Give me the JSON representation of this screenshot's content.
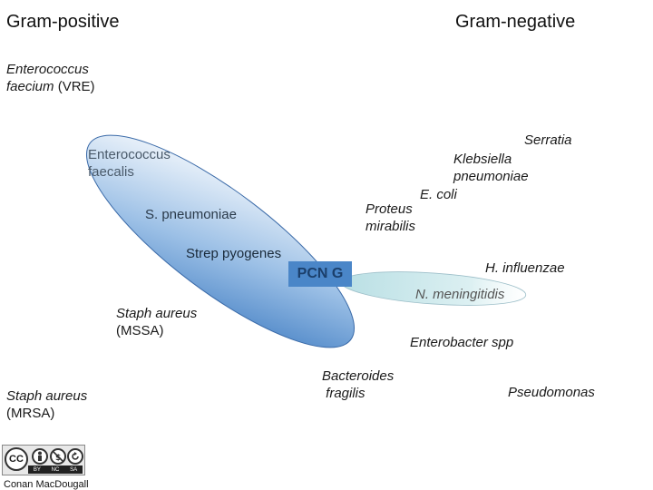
{
  "headers": {
    "left": "Gram-positive",
    "right": "Gram-negative"
  },
  "organisms": {
    "vre_1": "Enterococcus",
    "vre_2": "faecium",
    "vre_3": " (VRE)",
    "faecalis_1": "Enterococcus",
    "faecalis_2": "faecalis",
    "spneumo": "S. pneumoniae",
    "strep": "Strep pyogenes",
    "mssa_1": "Staph aureus",
    "mssa_2": "(MSSA)",
    "mrsa_1": "Staph aureus",
    "mrsa_2": "(MRSA)",
    "serratia": "Serratia",
    "kleb_1": "Klebsiella",
    "kleb_2": "pneumoniae",
    "ecoli": "E. coli",
    "proteus_1": "Proteus",
    "proteus_2": "mirabilis",
    "hflu": "H. influenzae",
    "nmen": "N. meningitidis",
    "entero": "Enterobacter spp",
    "bact_1": "Bacteroides",
    "bact_2": " fragilis",
    "pseudo": "Pseudomonas"
  },
  "drug_label": "PCN G",
  "license": {
    "cc": "CC",
    "by": "BY",
    "nc": "NC",
    "sa": "SA"
  },
  "credit": "Conan MacDougall",
  "colors": {
    "gram_pos_fill": "#4a86c8",
    "gram_neg_fill": "#cde8ec",
    "label_box": "#4a86c8"
  }
}
